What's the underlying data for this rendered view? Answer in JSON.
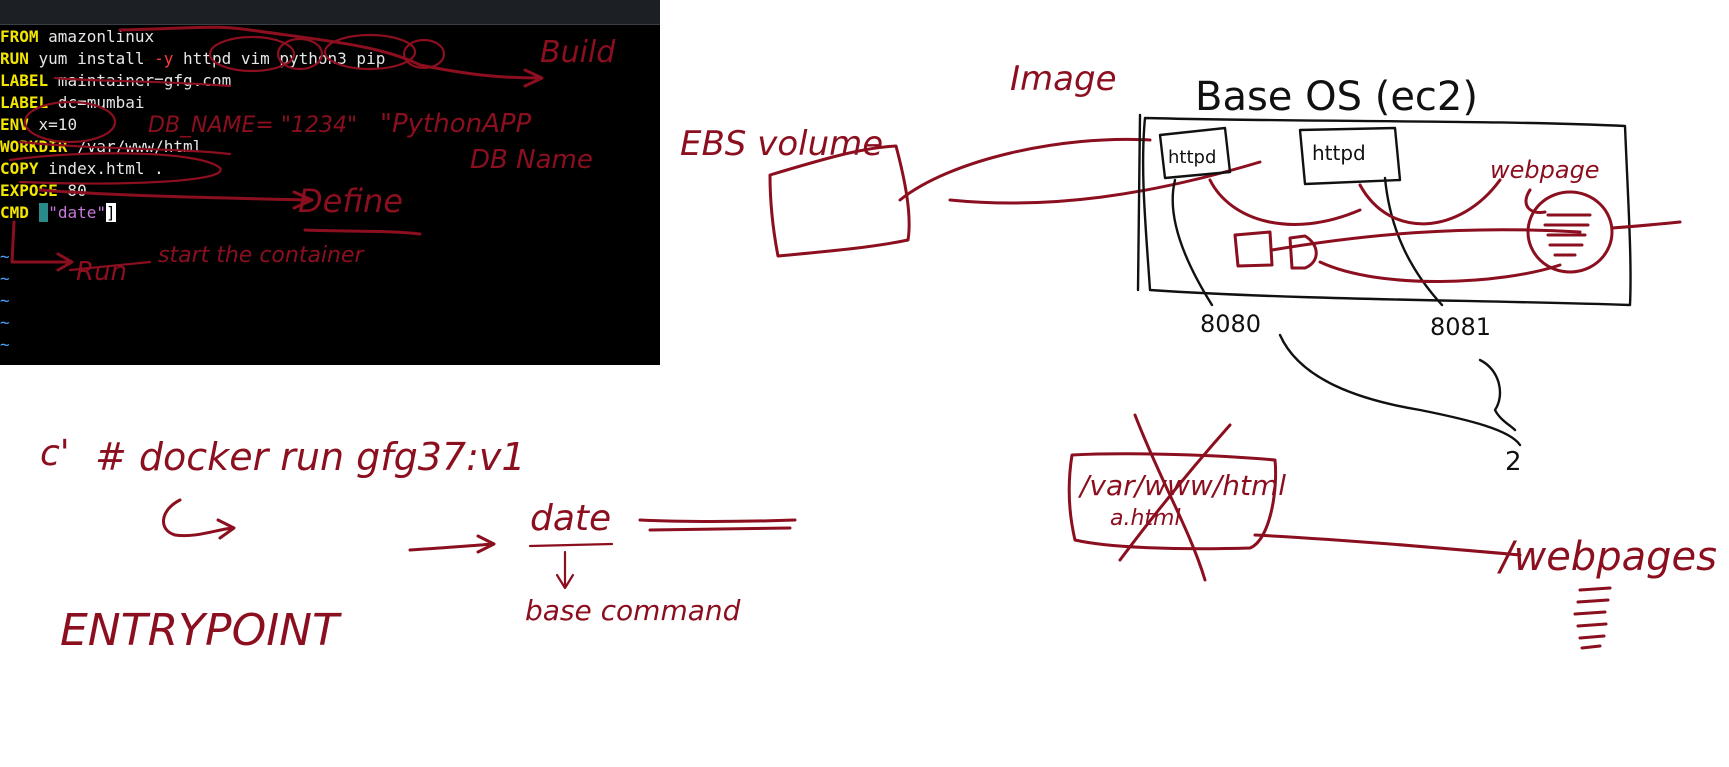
{
  "terminal": {
    "lines": [
      {
        "kw": "FROM",
        "rest": " amazonlinux"
      },
      {
        "kw": "RUN",
        "pre": " yum install ",
        "flag": "-y",
        "post": " httpd vim python3 pip"
      },
      {
        "kw": "LABEL",
        "rest": " maintainer=gfg.com"
      },
      {
        "kw": "LABEL",
        "rest": " dc=mumbai"
      },
      {
        "kw": "ENV",
        "rest": " x=10"
      },
      {
        "kw": "WORKDIR",
        "rest": " /var/www/html"
      },
      {
        "kw": "COPY",
        "rest": " index.html ."
      },
      {
        "kw": "EXPOSE",
        "rest": " 80"
      },
      {
        "kw": "CMD",
        "pre": " ",
        "open": "[",
        "str": "\"date\"",
        "close": "]"
      }
    ],
    "tilde": "~"
  },
  "annotations": {
    "build": "Build",
    "db_name_a": "DB_NAME= \"1234\"",
    "python_app": "\"PythonAPP",
    "db_name_b": "DB Name",
    "define": "Define",
    "run": "Run",
    "start_container": "start the container",
    "image": "Image",
    "base_os": "Base OS (ec2)",
    "ebs_volume": "EBS volume",
    "httpd_1": "httpd",
    "httpd_2": "httpd",
    "webpage": "webpage",
    "port_8080": "8080",
    "port_8081": "8081",
    "var_www_html": "/var/www/html",
    "a_html": "a.html",
    "webpages": "/webpages",
    "docker_cmd": "# docker run gfg37:v1",
    "c_mark": "c'",
    "entrypoint": "ENTRYPOINT",
    "date": "date",
    "base_command": "base command"
  },
  "colors": {
    "ink": "#8b0f1f",
    "pen": "#111111",
    "keyword": "#f2e600",
    "flag": "#ff3b3b",
    "string": "#c678dd"
  }
}
